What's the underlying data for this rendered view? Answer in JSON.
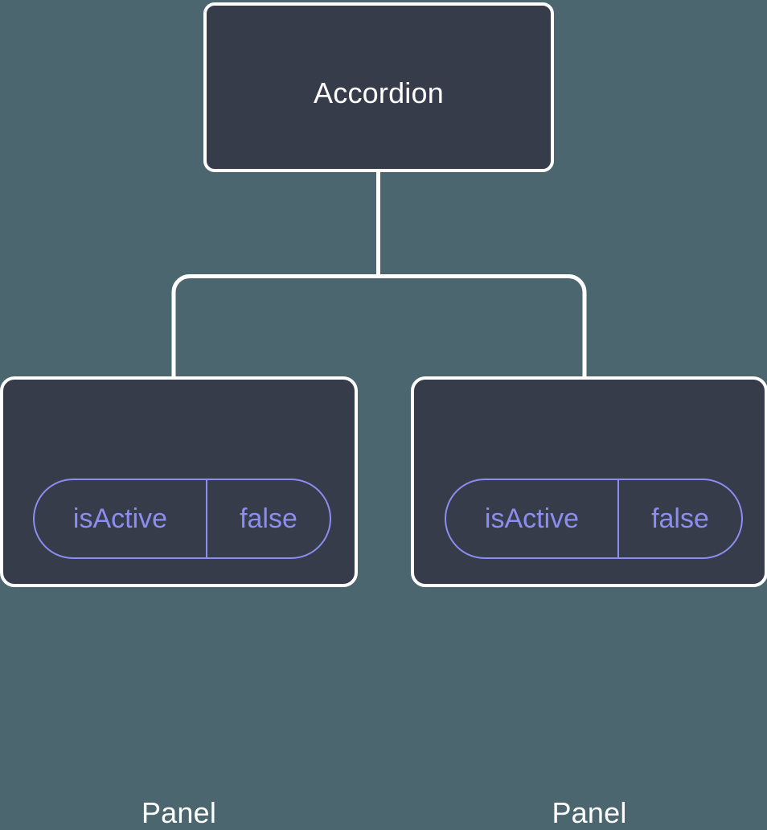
{
  "diagram": {
    "type": "component-tree",
    "background_color": "#4c6670",
    "node_fill_color": "#373c4b",
    "node_border_color": "#ffffff",
    "edge_color": "#ffffff",
    "prop_accent_color": "#8b8df0",
    "root": {
      "name": "root-node",
      "title": "Accordion"
    },
    "children": [
      {
        "name": "panel-node-left",
        "title": "Panel",
        "prop": {
          "key": "isActive",
          "value": "false"
        }
      },
      {
        "name": "panel-node-right",
        "title": "Panel",
        "prop": {
          "key": "isActive",
          "value": "false"
        }
      }
    ]
  }
}
